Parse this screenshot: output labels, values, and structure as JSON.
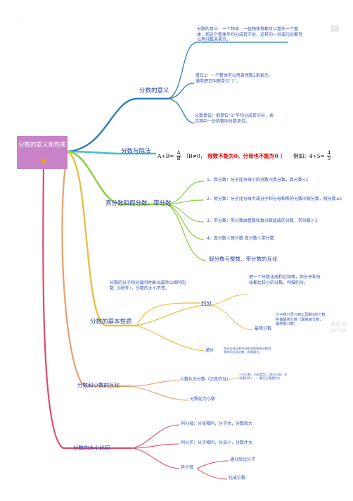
{
  "root": {
    "title": "分数的意义和性质",
    "star_icon": "★",
    "color": "#c882c8"
  },
  "branches": {
    "meaning": {
      "label": "分数的意义",
      "color": "#2f7fb8",
      "items": [
        "分数的意义：一个物体、一些物体等都可以看作一个整体，把这个整体平均分成若干份，这样的一份或几份都可以用分数来表示。",
        "单位1：一个整体可以用自然数1来表示，通常把它叫做单位“1”。",
        "分数单位：把单位“1”平均分成若干份，表示其中一份的数叫分数单位。"
      ]
    },
    "division": {
      "label": "分数与除法",
      "color": "#44c0c8",
      "formula": {
        "lhs": "A÷B=",
        "frac_num": "A",
        "frac_den": "B",
        "cond_open": "（B≠0，",
        "cond_red": "除数不能为0，分母也不能为0",
        "cond_close": "）",
        "example_prefix": "例如：4÷5=",
        "ex_num": "4",
        "ex_den": "5"
      }
    },
    "types": {
      "label": "真分数和假分数、带分数",
      "color": "#8ccc3c",
      "items": [
        "1、真分数：分子比分母小的分数叫真分数，真分数<1",
        "2、假分数：分子比分母大或分子和分母相等的分数叫假分数，假分数≥1",
        "3、带分数：带分数由整数和真分数组成的分数，带分数＞1",
        "4、真分数＜假分数 真分数＜带分数",
        "假分数与整数、带分数的互化"
      ]
    },
    "property": {
      "label": "分数的基本性质",
      "color": "#e8c040",
      "desc": "分数的分子和分母同时乘以或除以相同的数（0除外），分数的大小不变。",
      "reduce": {
        "label": "约分",
        "desc": "把一个分数化成和它相等，但分子和分母都比较小的分数，叫做约分。",
        "simplest_label": "最简分数",
        "simplest_desc": "分子和分母只有公因数1的分数叫做最简分数（最简真分数，最简假分数）"
      },
      "common": {
        "label": "通分",
        "desc": "把异分母分数分别化成和原来分数相等的同分母分数，叫做通分。"
      }
    },
    "decimal": {
      "label": "分数和小数的互化",
      "color": "#e8a070",
      "items": [
        "小数化为分数（注意约分）",
        "分数化为小数"
      ],
      "note": "一位小数，分母是10；两位小数，分母是100，……最后注意要约分"
    },
    "compare": {
      "label": "分数的大小比较",
      "color": "#e04868",
      "items": [
        "同分母：分母相同，分子大，分数就大",
        "同分子：分子相同，分母小，分数才大",
        "异分母"
      ],
      "sub": [
        "通分后比分子",
        "化成小数"
      ]
    }
  },
  "ghost_text": [
    "激活 W",
    "转到\"设置"
  ],
  "corner_mark": "\"-"
}
